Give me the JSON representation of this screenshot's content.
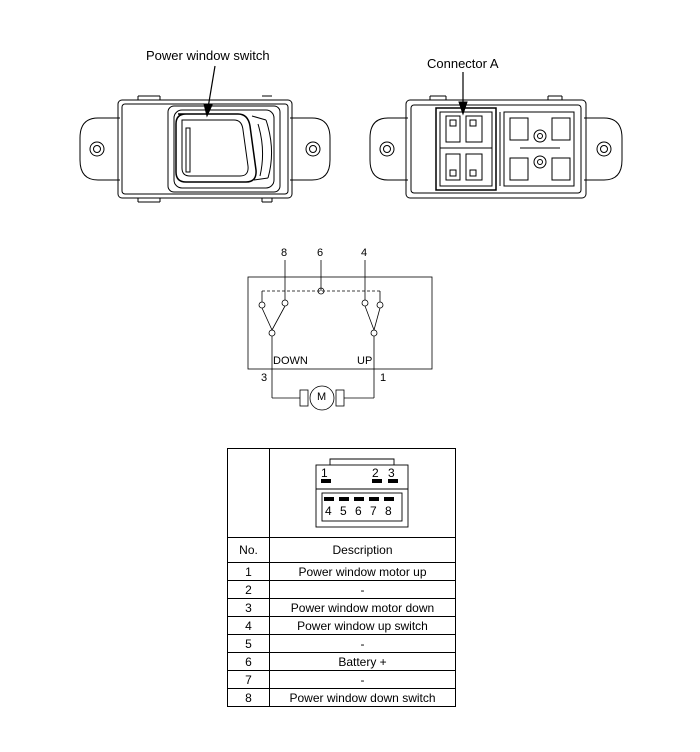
{
  "labels": {
    "switch": "Power window switch",
    "connector": "Connector A"
  },
  "schematic": {
    "pin_top_left": "8",
    "pin_top_mid": "6",
    "pin_top_right": "4",
    "down": "DOWN",
    "up": "UP",
    "pin_bottom_left": "3",
    "pin_bottom_right": "1",
    "motor": "M"
  },
  "connector_face": {
    "top_pins": [
      "1",
      "2",
      "3"
    ],
    "bottom_pins": [
      "4",
      "5",
      "6",
      "7",
      "8"
    ]
  },
  "table": {
    "col_no": "No.",
    "col_desc": "Description",
    "rows": [
      {
        "no": "1",
        "desc": "Power window motor up"
      },
      {
        "no": "2",
        "desc": "-"
      },
      {
        "no": "3",
        "desc": "Power window motor down"
      },
      {
        "no": "4",
        "desc": "Power window up switch"
      },
      {
        "no": "5",
        "desc": "-"
      },
      {
        "no": "6",
        "desc": "Battery +"
      },
      {
        "no": "7",
        "desc": "-"
      },
      {
        "no": "8",
        "desc": "Power window down switch"
      }
    ]
  }
}
